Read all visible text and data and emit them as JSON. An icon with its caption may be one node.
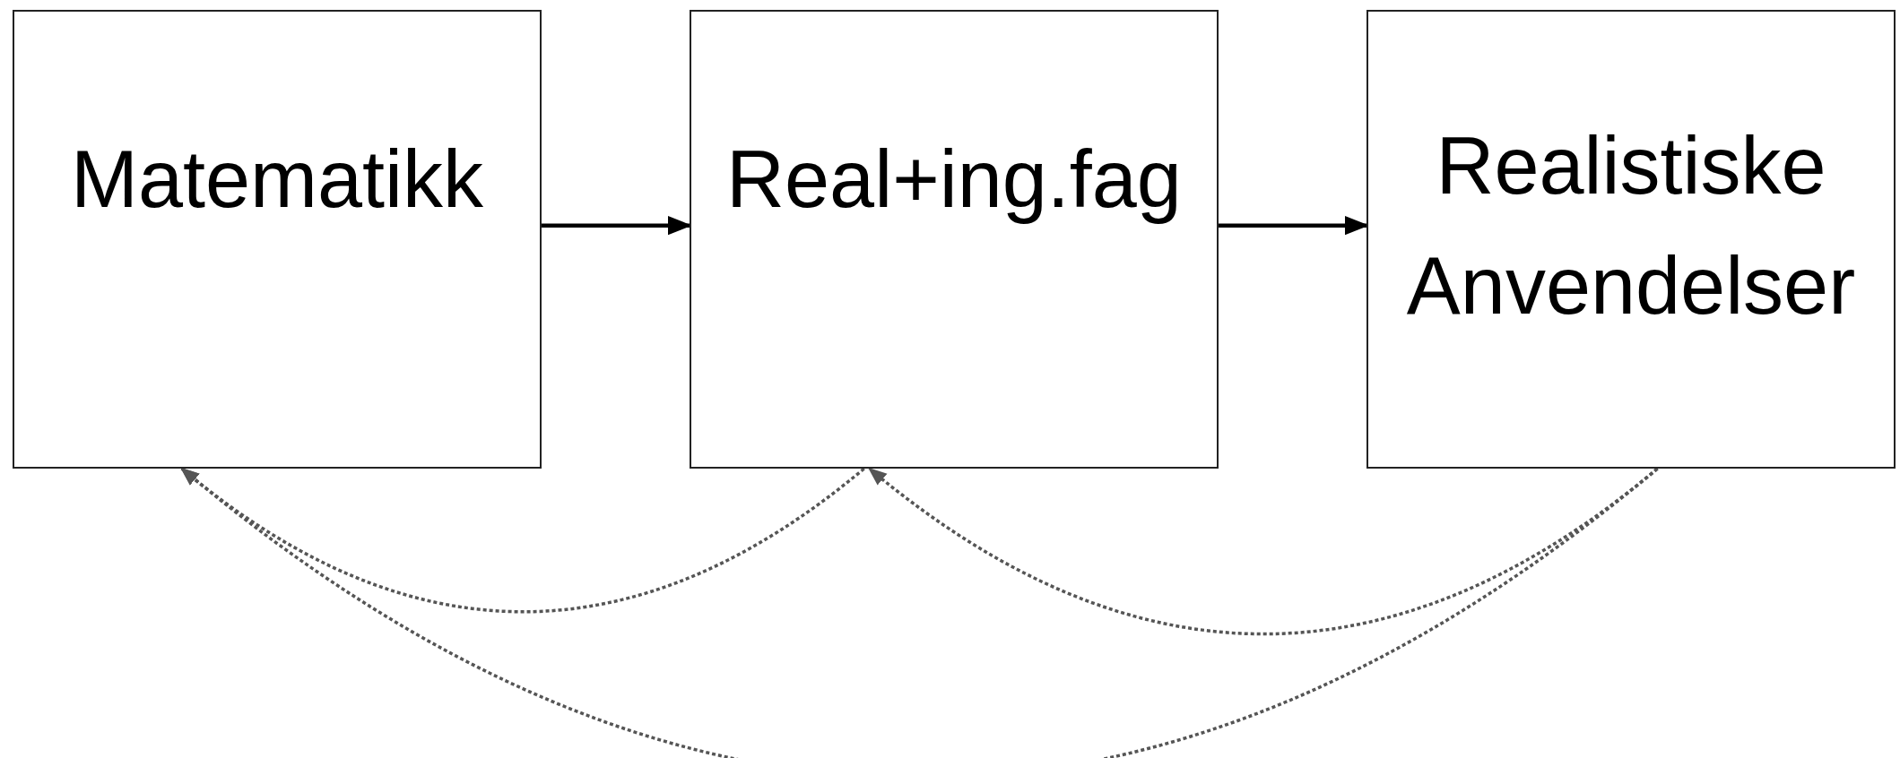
{
  "diagram": {
    "nodes": [
      {
        "text": [
          "Matematikk"
        ]
      },
      {
        "text": [
          "Real+ing.fag"
        ]
      },
      {
        "text": [
          "Realistiske Anvendelser"
        ]
      }
    ],
    "edges": [
      {
        "from": 0,
        "to": 1,
        "arrow": "to"
      },
      {
        "from": 1,
        "to": 2,
        "arrow": "to"
      },
      {
        "from": 1,
        "to": 0,
        "arrow": "to",
        "style": "dashed",
        "color": "#555555"
      },
      {
        "from": 2,
        "to": 1,
        "arrow": "to",
        "style": "dashed",
        "color": "#555555"
      },
      {
        "from": 2,
        "to": 0,
        "arrow": "to",
        "style": "dashed",
        "color": "#555555"
      }
    ]
  }
}
